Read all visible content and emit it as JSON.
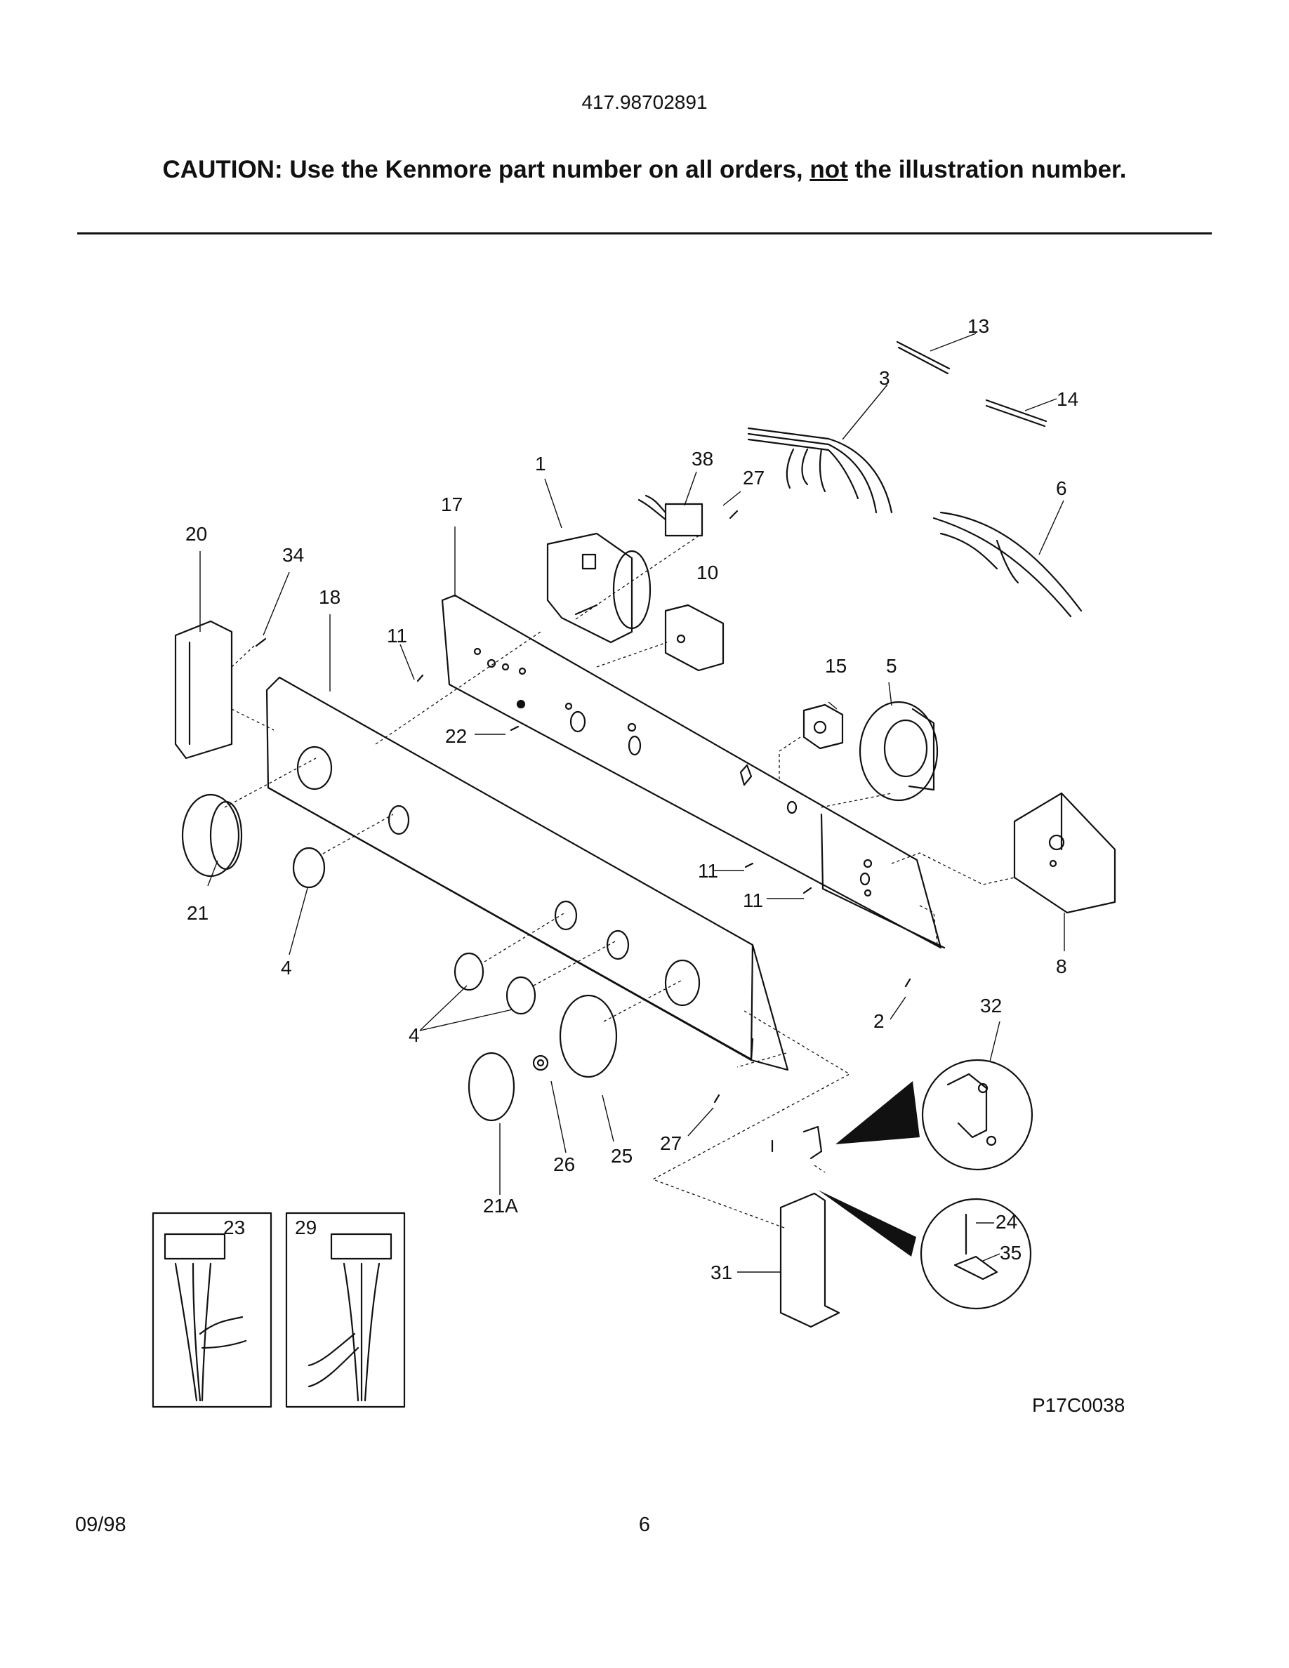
{
  "header": {
    "model_number": "417.98702891",
    "caution_prefix": "CAUTION: Use the Kenmore part number on all orders, ",
    "caution_underlined": "not",
    "caution_suffix": " the illustration number."
  },
  "diagram": {
    "figure_code": "P17C0038",
    "labels": {
      "l1": "1",
      "l2": "2",
      "l3": "3",
      "l4a": "4",
      "l4b": "4",
      "l5": "5",
      "l6": "6",
      "l8": "8",
      "l10": "10",
      "l11a": "11",
      "l11b": "11",
      "l11c": "11",
      "l13": "13",
      "l14": "14",
      "l15": "15",
      "l17": "17",
      "l18": "18",
      "l20": "20",
      "l21": "21",
      "l21a": "21A",
      "l22": "22",
      "l23": "23",
      "l24": "24",
      "l25": "25",
      "l26": "26",
      "l27a": "27",
      "l27b": "27",
      "l29": "29",
      "l31": "31",
      "l32": "32",
      "l34": "34",
      "l35": "35",
      "l38": "38"
    }
  },
  "footer": {
    "date": "09/98",
    "page_number": "6"
  }
}
